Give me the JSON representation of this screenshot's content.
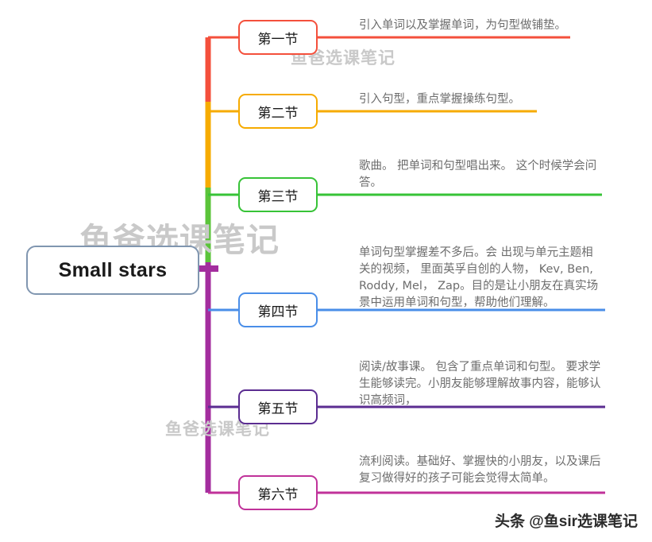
{
  "root": {
    "label": "Small stars",
    "border_color": "#8096b0"
  },
  "watermarks": {
    "big": "鱼爸选课笔记",
    "top": "鱼爸选课笔记",
    "lower": "鱼爸选课笔记",
    "color": "#c9c9c9"
  },
  "attribution": {
    "text": "头条 @鱼sir选课笔记"
  },
  "branches": [
    {
      "label": "第一节",
      "color": "#f4503c",
      "description": "引入单词以及掌握单词，为句型做铺垫。"
    },
    {
      "label": "第二节",
      "color": "#f6ab00",
      "description": "引入句型，重点掌握操练句型。"
    },
    {
      "label": "第三节",
      "color": "#37c337",
      "description": "歌曲。 把单词和句型唱出来。 这个时候学会问答。"
    },
    {
      "label": "第四节",
      "color": "#4a8ee8",
      "description": "单词句型掌握差不多后。会 出现与单元主题相关的视频， 里面英孚自创的人物， Kev, Ben, Roddy, Mel， Zap。目的是让小朋友在真实场景中运用单词和句型，帮助他们理解。"
    },
    {
      "label": "第五节",
      "color": "#5b2d91",
      "description": "阅读/故事课。 包含了重点单词和句型。 要求学生能够读完。小朋友能够理解故事内容，能够认识高频词，"
    },
    {
      "label": "第六节",
      "color": "#c0329a",
      "description": "流利阅读。基础好、掌握快的小朋友，以及课后复习做得好的孩子可能会觉得太简单。"
    }
  ],
  "spine": {
    "segments": [
      {
        "name": "segment-red",
        "color": "#f4503c"
      },
      {
        "name": "segment-orange",
        "color": "#f88c1e"
      },
      {
        "name": "segment-yellow",
        "color": "#f6ab00"
      },
      {
        "name": "segment-green",
        "color": "#5bc43a"
      },
      {
        "name": "segment-purple",
        "color": "#a32d9e"
      }
    ]
  }
}
